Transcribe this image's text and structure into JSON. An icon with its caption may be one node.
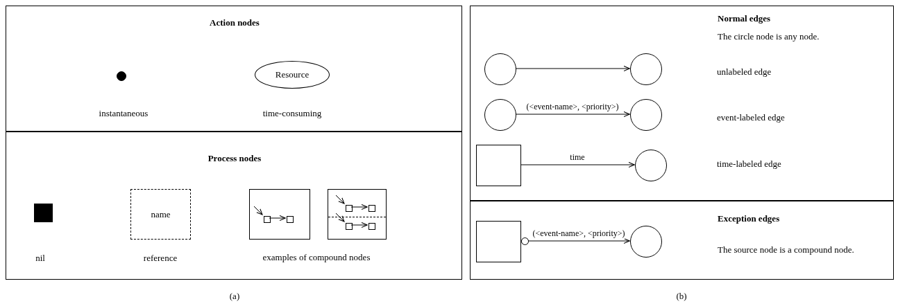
{
  "diagram": {
    "nodes": [
      {
        "text": [
          "Action nodes"
        ]
      },
      {
        "text": [],
        "shape": "circle",
        "in": 0,
        "beside": [
          "instantaneous"
        ]
      },
      {
        "text": [
          "Resource"
        ],
        "in": 0,
        "beside": [
          "time-consuming"
        ]
      },
      {
        "text": [
          "Process nodes"
        ]
      },
      {
        "text": [],
        "shape": "box",
        "in": 3,
        "beside": [
          "nil"
        ]
      },
      {
        "text": [
          "name"
        ],
        "in": 3,
        "beside": [
          "reference"
        ]
      },
      {
        "text": [],
        "shape": "box",
        "in": 3
      },
      {
        "text": [],
        "shape": "box",
        "in": 6
      },
      {
        "text": [],
        "shape": "box",
        "in": 6
      },
      {
        "text": [],
        "shape": "box",
        "in": 3
      },
      {
        "text": [],
        "shape": "box",
        "in": 9
      },
      {
        "text": [],
        "shape": "box",
        "in": 9
      },
      {
        "text": [],
        "shape": "box",
        "in": 9
      },
      {
        "text": [],
        "shape": "box",
        "in": 9
      },
      {
        "text": [
          "Normal edges",
          "The circle node is any node."
        ]
      },
      {
        "text": [],
        "shape": "circle",
        "in": 14
      },
      {
        "text": [],
        "shape": "circle",
        "in": 14
      },
      {
        "text": [],
        "shape": "circle",
        "in": 14
      },
      {
        "text": [],
        "shape": "circle",
        "in": 14
      },
      {
        "text": [],
        "shape": "box",
        "in": 14
      },
      {
        "text": [],
        "shape": "circle",
        "in": 14
      },
      {
        "text": [
          "Exception edges",
          "The source node is a compound node."
        ]
      },
      {
        "text": [],
        "shape": "box",
        "in": 21
      },
      {
        "text": [],
        "shape": "circle",
        "in": 21
      },
      {
        "text": [],
        "shape": "circle",
        "in": 21
      }
    ],
    "edges": [
      {
        "from": null,
        "to": 7,
        "arrow": "to"
      },
      {
        "from": 7,
        "to": 8,
        "arrow": "to"
      },
      {
        "from": null,
        "to": 10,
        "arrow": "to"
      },
      {
        "from": 10,
        "to": 11,
        "arrow": "to"
      },
      {
        "from": null,
        "to": 12,
        "arrow": "to"
      },
      {
        "from": 12,
        "to": 13,
        "arrow": "to"
      },
      {
        "from": 15,
        "to": 16,
        "arrow": "to"
      },
      {
        "from": 17,
        "to": 18,
        "arrow": "to",
        "label": "(<event-name>, <priority>)"
      },
      {
        "from": 19,
        "to": 20,
        "arrow": "to",
        "label": "time"
      },
      {
        "from": 23,
        "to": 24,
        "arrow": "to",
        "label": "(<event-name>, <priority>)"
      }
    ],
    "labels": [
      "examples of compound nodes",
      "unlabeled edge",
      "event-labeled edge",
      "time-labeled edge",
      "(a)",
      "(b)"
    ]
  }
}
